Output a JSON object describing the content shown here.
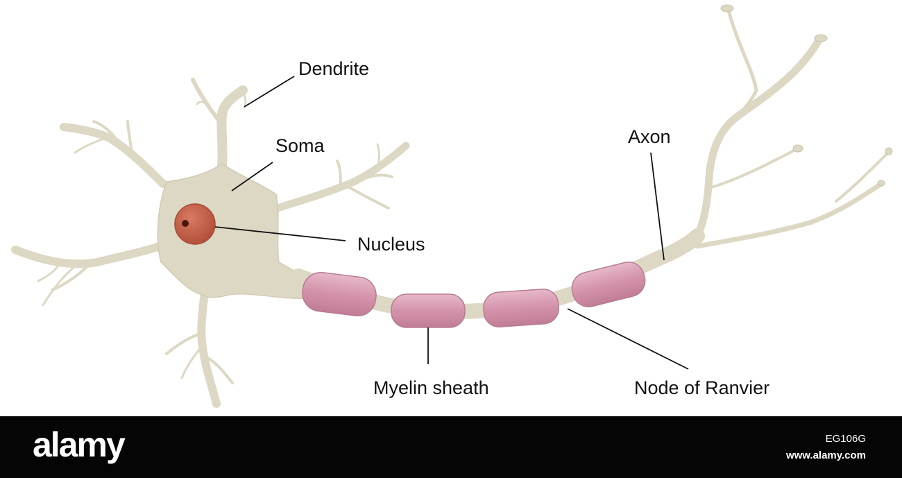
{
  "labels": {
    "dendrite": "Dendrite",
    "soma": "Soma",
    "nucleus": "Nucleus",
    "axon": "Axon",
    "myelin_sheath": "Myelin sheath",
    "node_of_ranvier": "Node of Ranvier"
  },
  "watermark": {
    "logo": "alamy",
    "image_id": "EG106G",
    "site": "www.alamy.com"
  },
  "colors": {
    "cell_body": "#ddd8c4",
    "cell_outline": "#c9c2a8",
    "nucleus": "#c9604a",
    "nucleolus": "#5a1a12",
    "myelin": "#d79bb1",
    "myelin_outline": "#b77b93",
    "footer": "#050505"
  }
}
